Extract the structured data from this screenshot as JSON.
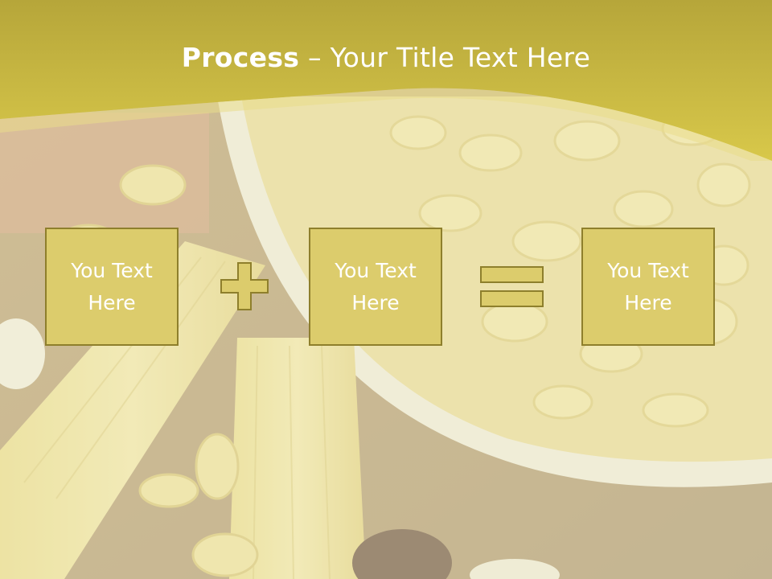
{
  "slide": {
    "title_bold": "Process",
    "title_rest": " – Your Title Text Here",
    "boxes": [
      {
        "text": "You Text\nHere"
      },
      {
        "text": "You Text\nHere"
      },
      {
        "text": "You Text\nHere"
      }
    ],
    "operators": [
      "plus-icon",
      "equals-icon"
    ]
  },
  "colors": {
    "header_olive": "#b6a63a",
    "header_gold": "#d8c84a",
    "box_fill": "#dccc6c",
    "box_border": "#8e7f2c",
    "text": "#ffffff"
  }
}
